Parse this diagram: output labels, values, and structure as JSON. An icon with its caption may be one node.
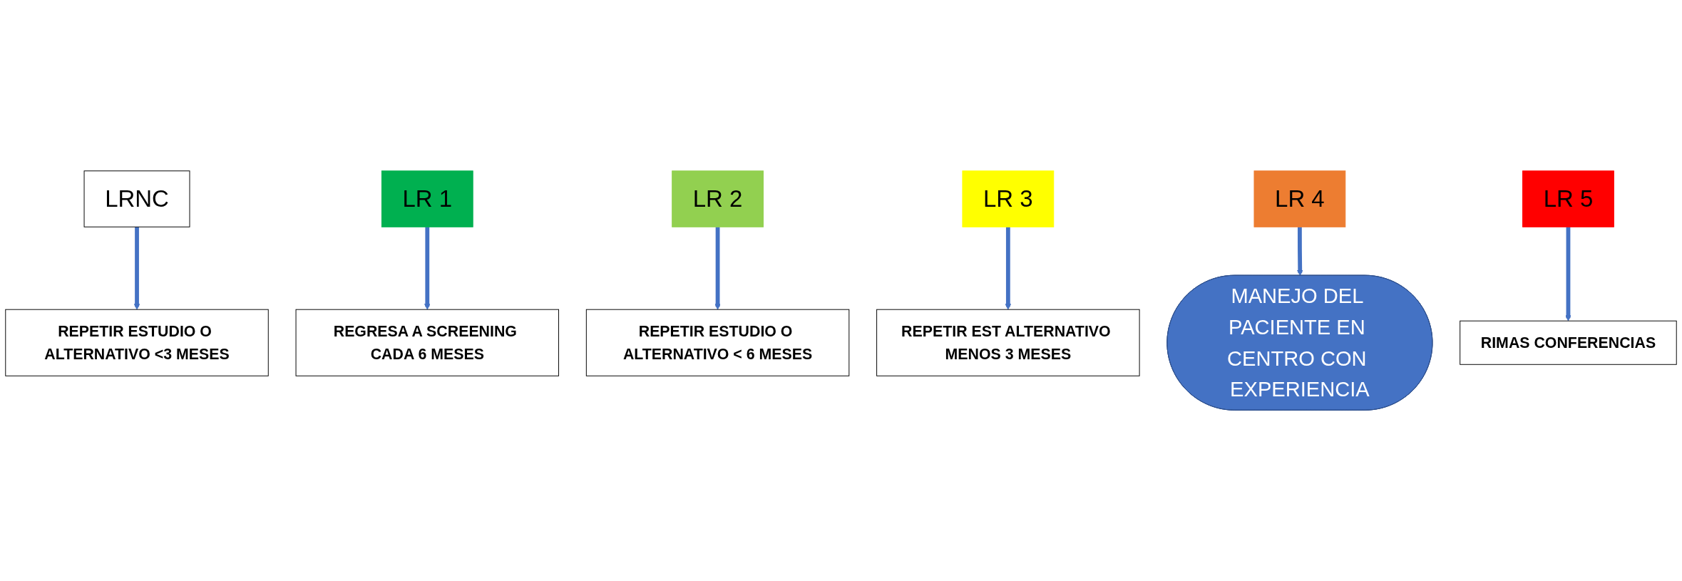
{
  "diagram": {
    "nodes": [
      {
        "text": [
          "LRNC"
        ]
      },
      {
        "text": [
          "LR 1"
        ]
      },
      {
        "text": [
          "LR 2"
        ]
      },
      {
        "text": [
          "LR 3"
        ]
      },
      {
        "text": [
          "LR 4"
        ]
      },
      {
        "text": [
          "LR 5"
        ]
      },
      {
        "text": [
          "REPETIR ESTUDIO O ALTERNATIVO <3 MESES"
        ]
      },
      {
        "text": [
          "REPETIR ESTUDIO O ALTERNATIVO < 6 MESES"
        ]
      },
      {
        "text": [
          "MANEJO DEL PACIENTE EN CENTRO CON EXPERIENCIA"
        ]
      },
      {
        "text": [
          "REGRESA A SCREENING CADA 6 MESES"
        ]
      },
      {
        "text": [
          "REPETIR EST ALTERNATIVO MENOS 3 MESES"
        ]
      },
      {
        "text": [
          "RIMAS CONFERENCIAS"
        ]
      }
    ],
    "edges": [
      {
        "from": 0,
        "to": 6,
        "arrow": "to"
      },
      {
        "from": 1,
        "to": 9,
        "arrow": "to"
      },
      {
        "from": 2,
        "to": 7,
        "arrow": "to"
      },
      {
        "from": 3,
        "to": 10,
        "arrow": "to"
      },
      {
        "from": 4,
        "to": 8,
        "arrow": "to"
      },
      {
        "from": 5,
        "to": 11,
        "arrow": "to"
      }
    ]
  }
}
